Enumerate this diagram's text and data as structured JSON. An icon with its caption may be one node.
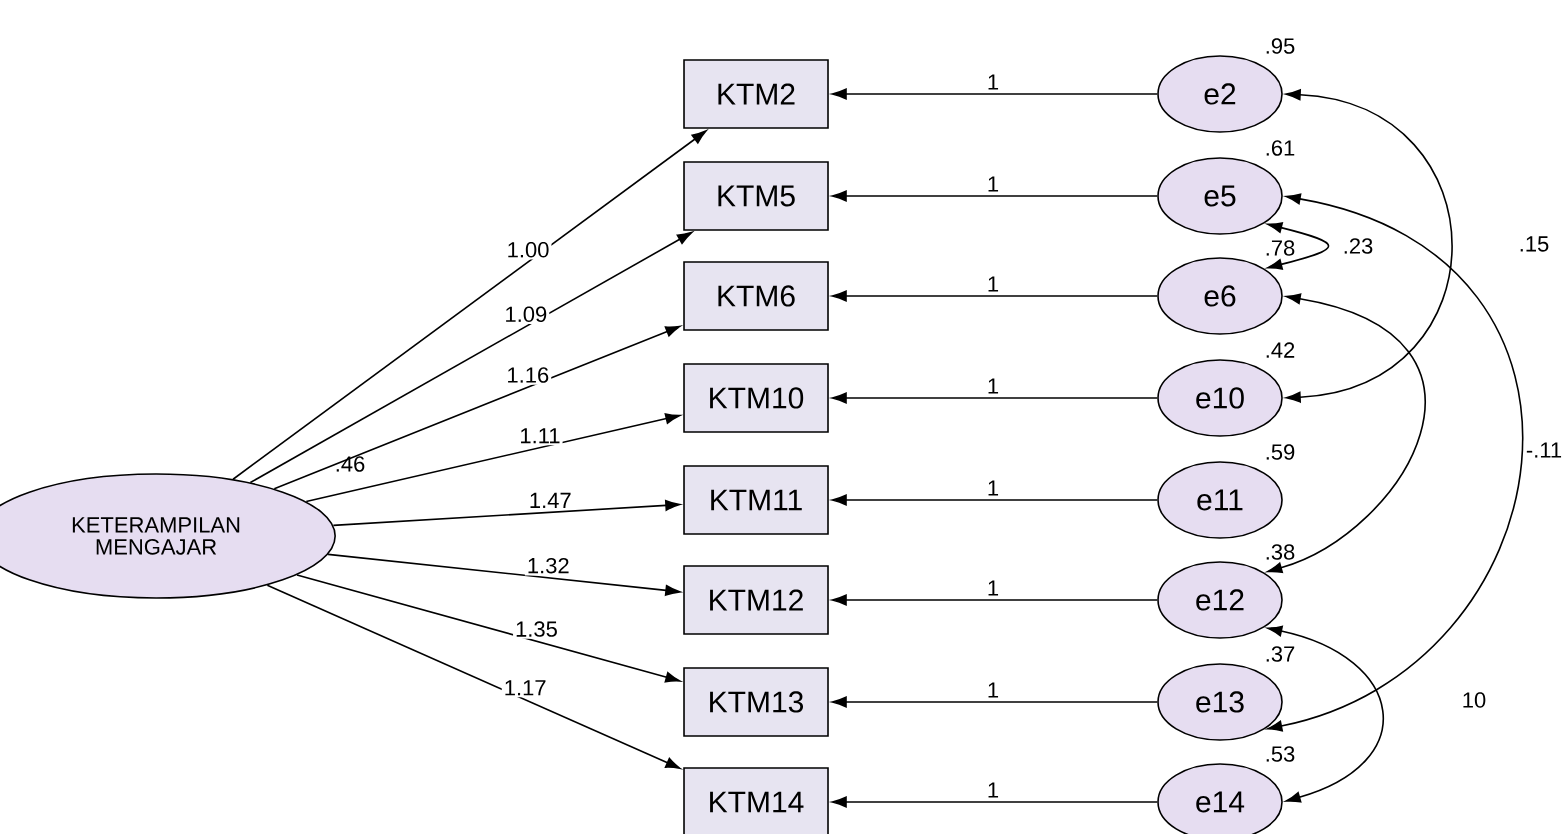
{
  "diagram": {
    "nodes": [
      {
        "text": [
          "KETERAMPILAN MENGAJAR"
        ]
      },
      {
        "text": [
          "KTM2"
        ]
      },
      {
        "text": [
          "KTM5"
        ]
      },
      {
        "text": [
          "KTM6"
        ]
      },
      {
        "text": [
          "KTM10"
        ]
      },
      {
        "text": [
          "KTM11"
        ]
      },
      {
        "text": [
          "KTM12"
        ]
      },
      {
        "text": [
          "KTM13"
        ]
      },
      {
        "text": [
          "KTM14"
        ]
      },
      {
        "text": [
          "e2"
        ],
        "beside": [
          ".95"
        ]
      },
      {
        "text": [
          "e5"
        ],
        "beside": [
          ".61"
        ]
      },
      {
        "text": [
          "e6"
        ],
        "beside": [
          ".78"
        ]
      },
      {
        "text": [
          "e10"
        ],
        "beside": [
          ".42"
        ]
      },
      {
        "text": [
          "e11"
        ],
        "beside": [
          ".59"
        ]
      },
      {
        "text": [
          "e12"
        ],
        "beside": [
          ".38"
        ]
      },
      {
        "text": [
          "e13"
        ],
        "beside": [
          ".37"
        ]
      },
      {
        "text": [
          "e14"
        ],
        "beside": [
          ".53"
        ]
      }
    ],
    "edges": [
      {
        "from": 0,
        "to": 1,
        "arrow": "to",
        "label": "1.00"
      },
      {
        "from": 0,
        "to": 2,
        "arrow": "to",
        "label": "1.09"
      },
      {
        "from": 0,
        "to": 3,
        "arrow": "to",
        "label": "1.16"
      },
      {
        "from": 0,
        "to": 4,
        "arrow": "to",
        "label": "1.11"
      },
      {
        "from": 0,
        "to": 5,
        "arrow": "to",
        "label": "1.47"
      },
      {
        "from": 0,
        "to": 6,
        "arrow": "to",
        "label": "1.32"
      },
      {
        "from": 0,
        "to": 7,
        "arrow": "to",
        "label": "1.35"
      },
      {
        "from": 0,
        "to": 8,
        "arrow": "to",
        "label": "1.17"
      },
      {
        "from": 9,
        "to": 1,
        "arrow": "to",
        "label": "1"
      },
      {
        "from": 10,
        "to": 2,
        "arrow": "to",
        "label": "1"
      },
      {
        "from": 11,
        "to": 3,
        "arrow": "to",
        "label": "1"
      },
      {
        "from": 12,
        "to": 4,
        "arrow": "to",
        "label": "1"
      },
      {
        "from": 13,
        "to": 5,
        "arrow": "to",
        "label": "1"
      },
      {
        "from": 14,
        "to": 6,
        "arrow": "to",
        "label": "1"
      },
      {
        "from": 15,
        "to": 7,
        "arrow": "to",
        "label": "1"
      },
      {
        "from": 16,
        "to": 8,
        "arrow": "to",
        "label": "1"
      },
      {
        "from": 9,
        "to": 12,
        "arrow": "both",
        "label": ".15"
      },
      {
        "from": 10,
        "to": 11,
        "arrow": "both",
        "label": ".23"
      },
      {
        "from": 10,
        "to": 15,
        "arrow": "both",
        "label": "-.11"
      },
      {
        "from": 11,
        "to": 14,
        "arrow": "both"
      },
      {
        "from": 14,
        "to": 16,
        "arrow": "both",
        "label": "10"
      }
    ],
    "labels": [
      ".46"
    ]
  }
}
